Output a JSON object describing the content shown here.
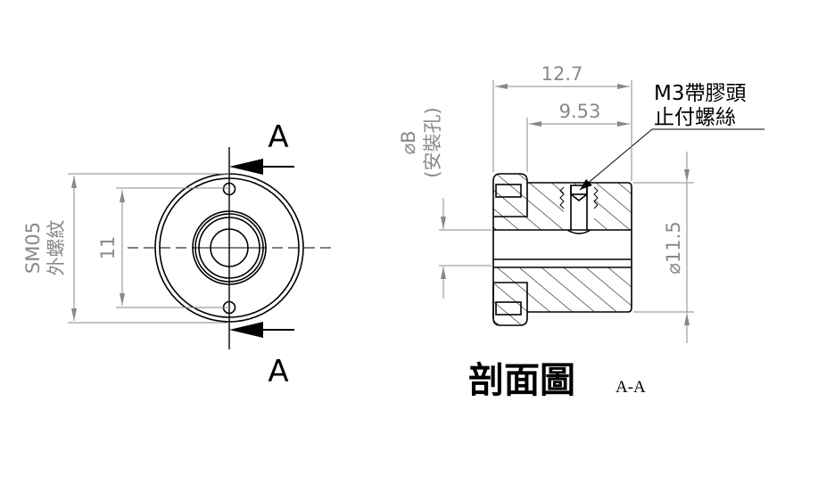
{
  "front_view": {
    "section_letter_top": "A",
    "section_letter_bottom": "A",
    "dim_thread": "SM05",
    "dim_thread_note": "外螺紋",
    "dim_hole_spacing": "11"
  },
  "section_view": {
    "dim_length": "12.7",
    "dim_body_length": "9.53",
    "dim_diameter": "⌀11.5",
    "dim_bore": "⌀B",
    "dim_bore_note": "(安裝孔)",
    "callout_line1": "M3帶膠頭",
    "callout_line2": "止付螺絲",
    "title": "剖面圖",
    "title_suffix": "A-A"
  }
}
